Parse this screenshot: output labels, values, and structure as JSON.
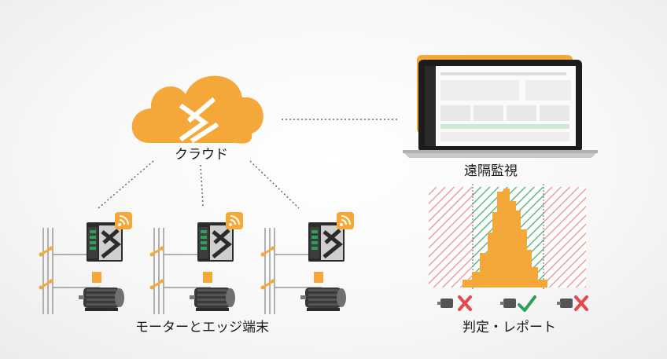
{
  "labels": {
    "cloud": "クラウド",
    "remote": "遠隔監視",
    "edge": "モーターとエッジ端末",
    "report": "判定・レポート"
  },
  "colors": {
    "accent": "#F5A83A",
    "ok": "#2E9E5B",
    "ng": "#E5484D",
    "device_dark": "#2b2b2b",
    "motor": "#3a3a3a"
  },
  "icons": [
    "cloud-icon",
    "laptop-icon",
    "edge-device-icon",
    "wifi-icon",
    "motor-icon",
    "check-icon",
    "cross-icon",
    "histogram-chart"
  ],
  "judgements": [
    "ng",
    "ok",
    "ng"
  ]
}
